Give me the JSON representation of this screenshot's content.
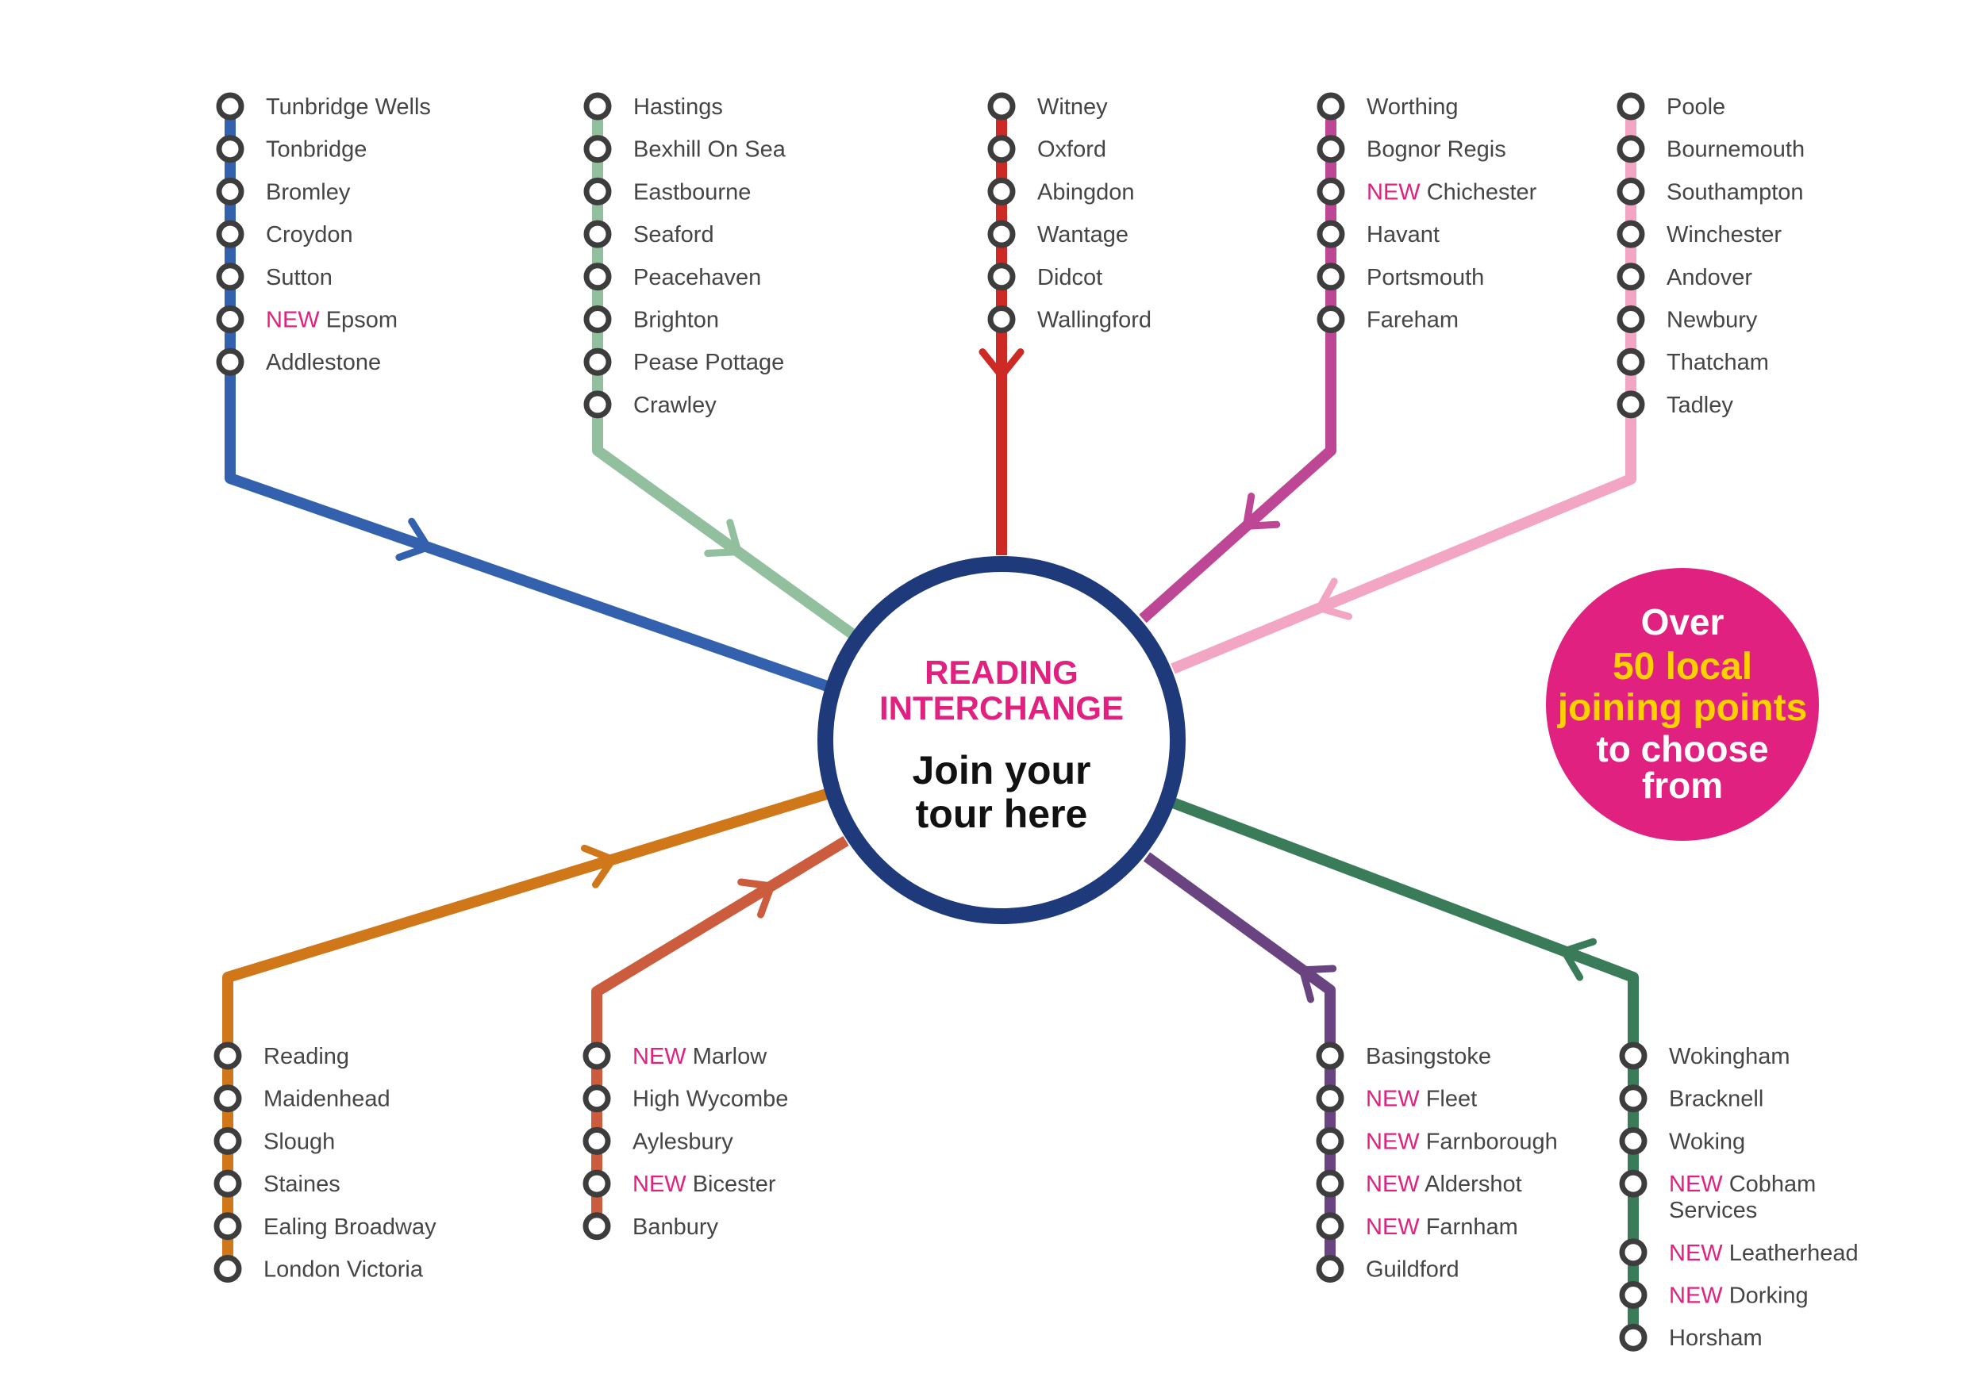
{
  "hub": {
    "title_line1": "READING",
    "title_line2": "INTERCHANGE",
    "join_line1": "Join your",
    "join_line2": "tour here"
  },
  "badge": {
    "line1": "Over",
    "line2": "50 local",
    "line3": "joining points",
    "line4": "to choose",
    "line5": "from"
  },
  "new_tag": "NEW",
  "colors": {
    "hub_ring": "#1e3a7b",
    "accent_pink": "#e0217f",
    "badge_yellow": "#ffd100"
  },
  "routes": [
    {
      "id": "blue",
      "color": "#3461ae",
      "stops": [
        {
          "name": "Tunbridge Wells",
          "new": false
        },
        {
          "name": "Tonbridge",
          "new": false
        },
        {
          "name": "Bromley",
          "new": false
        },
        {
          "name": "Croydon",
          "new": false
        },
        {
          "name": "Sutton",
          "new": false
        },
        {
          "name": "Epsom",
          "new": true
        },
        {
          "name": "Addlestone",
          "new": false
        }
      ]
    },
    {
      "id": "sage",
      "color": "#92bf9e",
      "stops": [
        {
          "name": "Hastings",
          "new": false
        },
        {
          "name": "Bexhill On Sea",
          "new": false
        },
        {
          "name": "Eastbourne",
          "new": false
        },
        {
          "name": "Seaford",
          "new": false
        },
        {
          "name": "Peacehaven",
          "new": false
        },
        {
          "name": "Brighton",
          "new": false
        },
        {
          "name": "Pease Pottage",
          "new": false
        },
        {
          "name": "Crawley",
          "new": false
        }
      ]
    },
    {
      "id": "red",
      "color": "#cd2a25",
      "stops": [
        {
          "name": "Witney",
          "new": false
        },
        {
          "name": "Oxford",
          "new": false
        },
        {
          "name": "Abingdon",
          "new": false
        },
        {
          "name": "Wantage",
          "new": false
        },
        {
          "name": "Didcot",
          "new": false
        },
        {
          "name": "Wallingford",
          "new": false
        }
      ]
    },
    {
      "id": "magenta",
      "color": "#bd4795",
      "stops": [
        {
          "name": "Worthing",
          "new": false
        },
        {
          "name": "Bognor Regis",
          "new": false
        },
        {
          "name": "Chichester",
          "new": true
        },
        {
          "name": "Havant",
          "new": false
        },
        {
          "name": "Portsmouth",
          "new": false
        },
        {
          "name": "Fareham",
          "new": false
        }
      ]
    },
    {
      "id": "pink",
      "color": "#f2a6c4",
      "stops": [
        {
          "name": "Poole",
          "new": false
        },
        {
          "name": "Bournemouth",
          "new": false
        },
        {
          "name": "Southampton",
          "new": false
        },
        {
          "name": "Winchester",
          "new": false
        },
        {
          "name": "Andover",
          "new": false
        },
        {
          "name": "Newbury",
          "new": false
        },
        {
          "name": "Thatcham",
          "new": false
        },
        {
          "name": "Tadley",
          "new": false
        }
      ]
    },
    {
      "id": "orange",
      "color": "#cf7719",
      "stops": [
        {
          "name": "Reading",
          "new": false
        },
        {
          "name": "Maidenhead",
          "new": false
        },
        {
          "name": "Slough",
          "new": false
        },
        {
          "name": "Staines",
          "new": false
        },
        {
          "name": "Ealing Broadway",
          "new": false
        },
        {
          "name": "London Victoria",
          "new": false
        }
      ]
    },
    {
      "id": "rust",
      "color": "#cb5c3e",
      "stops": [
        {
          "name": "Marlow",
          "new": true
        },
        {
          "name": "High Wycombe",
          "new": false
        },
        {
          "name": "Aylesbury",
          "new": false
        },
        {
          "name": "Bicester",
          "new": true
        },
        {
          "name": "Banbury",
          "new": false
        }
      ]
    },
    {
      "id": "purple",
      "color": "#6a4480",
      "stops": [
        {
          "name": "Basingstoke",
          "new": false
        },
        {
          "name": "Fleet",
          "new": true
        },
        {
          "name": "Farnborough",
          "new": true
        },
        {
          "name": "Aldershot",
          "new": true
        },
        {
          "name": "Farnham",
          "new": true
        },
        {
          "name": "Guildford",
          "new": false
        }
      ]
    },
    {
      "id": "green",
      "color": "#3a7c59",
      "stops": [
        {
          "name": "Wokingham",
          "new": false
        },
        {
          "name": "Bracknell",
          "new": false
        },
        {
          "name": "Woking",
          "new": false
        },
        {
          "name": "Cobham",
          "line2": "Services",
          "new": true
        },
        {
          "name": "Leatherhead",
          "new": true
        },
        {
          "name": "Dorking",
          "new": true
        },
        {
          "name": "Horsham",
          "new": false
        }
      ]
    }
  ]
}
